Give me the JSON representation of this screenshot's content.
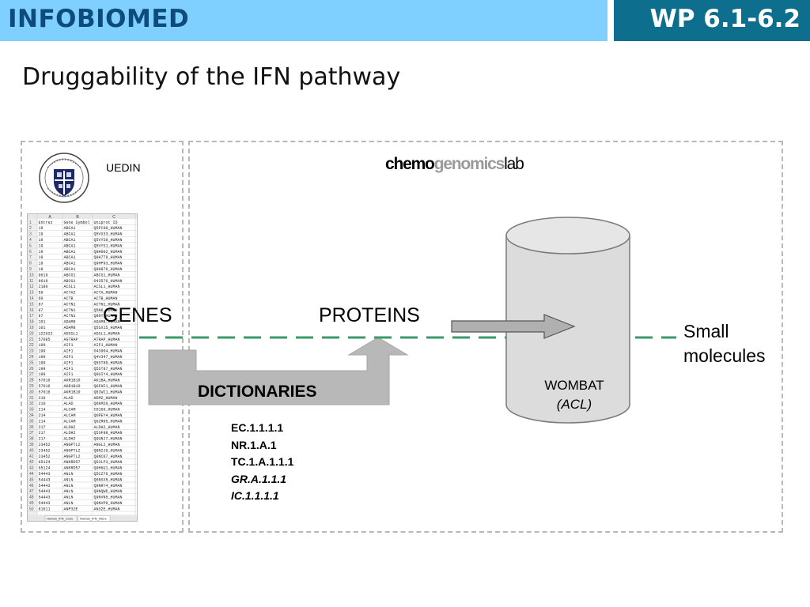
{
  "header": {
    "left_title": "INFOBIOMED",
    "right_title": "WP 6.1-6.2"
  },
  "slide_title": "Druggability of the IFN pathway",
  "left_panel": {
    "institution": "UEDIN"
  },
  "spreadsheet": {
    "columns": [
      "A",
      "B",
      "C"
    ],
    "header_row": [
      "Entrez",
      "Gene Symbol",
      "Uniprot ID"
    ],
    "rows": [
      [
        "19",
        "ABCA1",
        "Q5FC00_HUMAN"
      ],
      [
        "19",
        "ABCA1",
        "Q5VX33_HUMAN"
      ],
      [
        "19",
        "ABCA1",
        "Q5VYS0_HUMAN"
      ],
      [
        "19",
        "ABCA1",
        "Q5VYS1_HUMAN"
      ],
      [
        "19",
        "ABCA1",
        "Q9H002_HUMAN"
      ],
      [
        "19",
        "ABCA1",
        "Q9H7T9_HUMAN"
      ],
      [
        "19",
        "ABCA1",
        "Q9HP93_HUMAN"
      ],
      [
        "19",
        "ABCA1",
        "Q9H876_HUMAN"
      ],
      [
        "9619",
        "ABCG1",
        "ABCG1_HUMAN"
      ],
      [
        "9619",
        "ABCG1",
        "O43576_HUMAN"
      ],
      [
        "2180",
        "ACSL1",
        "ACSL1_HUMAN"
      ],
      [
        "59",
        "ACTA2",
        "ACTA_HUMAN"
      ],
      [
        "60",
        "ACTB",
        "ACTB_HUMAN"
      ],
      [
        "87",
        "ACTN1",
        "ACTN1_HUMAN"
      ],
      [
        "87",
        "ACTN1",
        "Q5N6_HUMAN"
      ],
      [
        "87",
        "ACTN1",
        "Q86Y_HUMAN"
      ],
      [
        "101",
        "ADAM8",
        "ADAM8_HUMAN"
      ],
      [
        "101",
        "ADAM8",
        "Q5SX15_HUMAN"
      ],
      [
        "122622",
        "ADSSL1",
        "ADSL1_HUMAN"
      ],
      [
        "57085",
        "AGTRAP",
        "ATRAP_HUMAN"
      ],
      [
        "199",
        "AIF1",
        "AIF1_HUMAN"
      ],
      [
        "199",
        "AIF1",
        "O43904_HUMAN"
      ],
      [
        "199",
        "AIF1",
        "Q4V347_HUMAN"
      ],
      [
        "199",
        "AIF1",
        "Q5ST86_HUMAN"
      ],
      [
        "199",
        "AIF1",
        "Q5ST87_HUMAN"
      ],
      [
        "199",
        "AIF1",
        "Q9UIY4_HUMAN"
      ],
      [
        "57016",
        "AKR1B10",
        "AK1BA_HUMAN"
      ],
      [
        "57016",
        "AKR1B10",
        "Q6FHF1_HUMAN"
      ],
      [
        "57016",
        "AKR1B10",
        "Q8IWI1_HUMAN"
      ],
      [
        "210",
        "ALAD",
        "HEM2_HUMAN"
      ],
      [
        "210",
        "ALAD",
        "Q6KM20_HUMAN"
      ],
      [
        "214",
        "ALCAM",
        "CD166_HUMAN"
      ],
      [
        "214",
        "ALCAM",
        "Q6PEY4_HUMAN"
      ],
      [
        "214",
        "ALCAM",
        "Q6ZR95_HUMAN"
      ],
      [
        "217",
        "ALDH2",
        "ALDH2_HUMAN"
      ],
      [
        "217",
        "ALDH2",
        "Q53F88_HUMAN"
      ],
      [
        "217",
        "ALDH2",
        "Q9UNJ7_HUMAN"
      ],
      [
        "23452",
        "ANGPTL2",
        "ANGL2_HUMAN"
      ],
      [
        "23452",
        "ANGPTL2",
        "Q8N2J9_HUMAN"
      ],
      [
        "23452",
        "ANGPTL2",
        "Q8NCK7_HUMAN"
      ],
      [
        "65124",
        "ANKRD57",
        "Q53LP3_HUMAN"
      ],
      [
        "65124",
        "ANKRD57",
        "Q9H6U1_HUMAN"
      ],
      [
        "54443",
        "ANLN",
        "Q5CZ76_HUMAN"
      ],
      [
        "54443",
        "ANLN",
        "Q6NSX5_HUMAN"
      ],
      [
        "54443",
        "ANLN",
        "Q9NRY4_HUMAN"
      ],
      [
        "54443",
        "ANLN",
        "Q9NQW6_HUMAN"
      ],
      [
        "54443",
        "ANLN",
        "Q9NVN5_HUMAN"
      ],
      [
        "54443",
        "ANLN",
        "Q9NVP0_HUMAN"
      ],
      [
        "81611",
        "ANP32E",
        "AN32E_HUMAN"
      ]
    ],
    "sheet_tabs": [
      "Human_IFN_Cons",
      "Human_IFN_Interc"
    ]
  },
  "right_panel": {
    "logo": {
      "part1": "chemo",
      "part2": "genomics",
      "part3": "lab"
    },
    "label_genes": "GENES",
    "label_proteins": "PROTEINS",
    "label_dictionaries": "DICTIONARIES",
    "small_molecules_line1": "Small",
    "small_molecules_line2": "molecules",
    "database_name": "WOMBAT",
    "database_note": "(ACL)",
    "codes": [
      "EC.1.1.1.1",
      "NR.1.A.1",
      "TC.1.A.1.1.1",
      "GR.A.1.1.1",
      "IC.1.1.1.1"
    ]
  },
  "colors": {
    "header_light": "#7fd0ff",
    "header_dark": "#0d6e8e",
    "header_text": "#0d4b7c",
    "dashed_line": "#3a9a68",
    "arrow_fill": "#b8b8b8"
  }
}
